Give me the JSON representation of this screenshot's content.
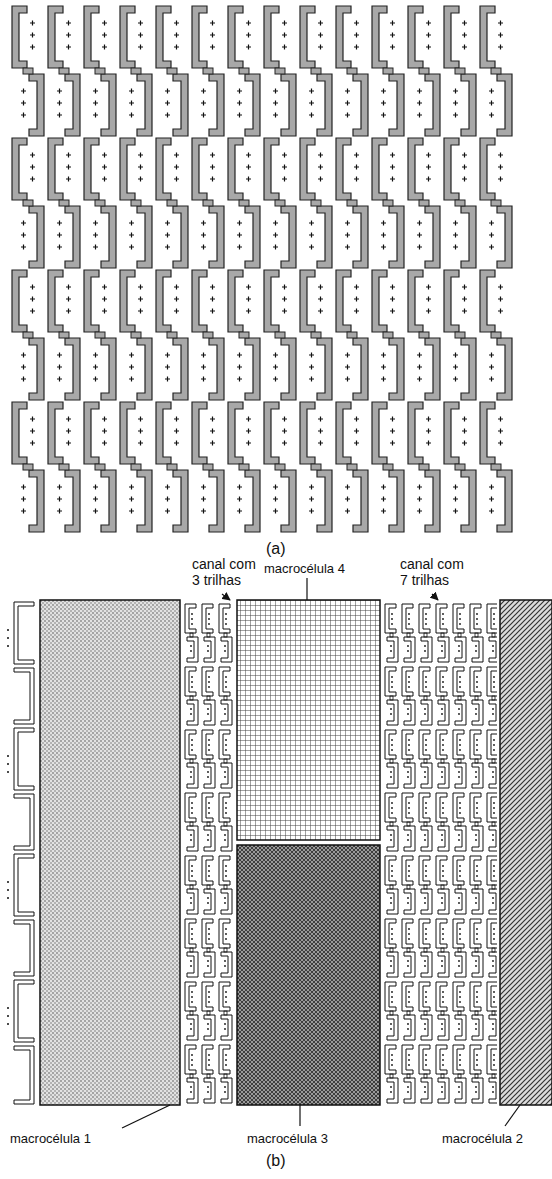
{
  "diagram": {
    "labels": [
      "(a)",
      "canal com 3 trilhas",
      "macrocélula 4",
      "canal com 7 trilhas",
      "macrocélula 1",
      "macrocélula 3",
      "macrocélula 2",
      "(b)"
    ]
  }
}
